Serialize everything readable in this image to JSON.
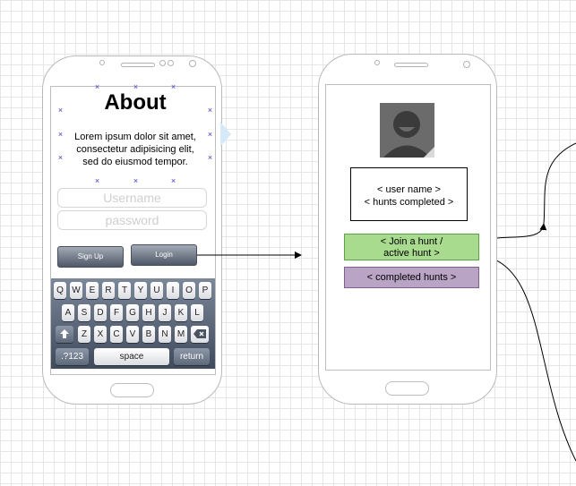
{
  "login_screen": {
    "title": "About",
    "body_text": [
      "Lorem ipsum dolor sit amet,",
      "consectetur adipisicing elit,",
      "sed do eiusmod tempor."
    ],
    "username_placeholder": "Username",
    "password_placeholder": "password",
    "signup_label": "Sign Up",
    "login_label": "Login",
    "keyboard": {
      "row1": [
        "Q",
        "W",
        "E",
        "R",
        "T",
        "Y",
        "U",
        "I",
        "O",
        "P"
      ],
      "row2": [
        "A",
        "S",
        "D",
        "F",
        "G",
        "H",
        "J",
        "K",
        "L"
      ],
      "row3": [
        "Z",
        "X",
        "C",
        "V",
        "B",
        "N",
        "M"
      ],
      "numbers_label": ".?123",
      "space_label": "space",
      "return_label": "return"
    }
  },
  "profile_screen": {
    "user_info_lines": [
      "< user name >",
      "< hunts completed >"
    ],
    "join_label_lines": [
      "< Join a hunt /",
      "active hunt >"
    ],
    "completed_label": "< completed hunts >",
    "colors": {
      "join_fill": "#a9db8f",
      "join_border": "#5aa542",
      "completed_fill": "#b9a4c6",
      "completed_border": "#7f5f93",
      "avatar_bg": "#6a6a6a"
    }
  }
}
